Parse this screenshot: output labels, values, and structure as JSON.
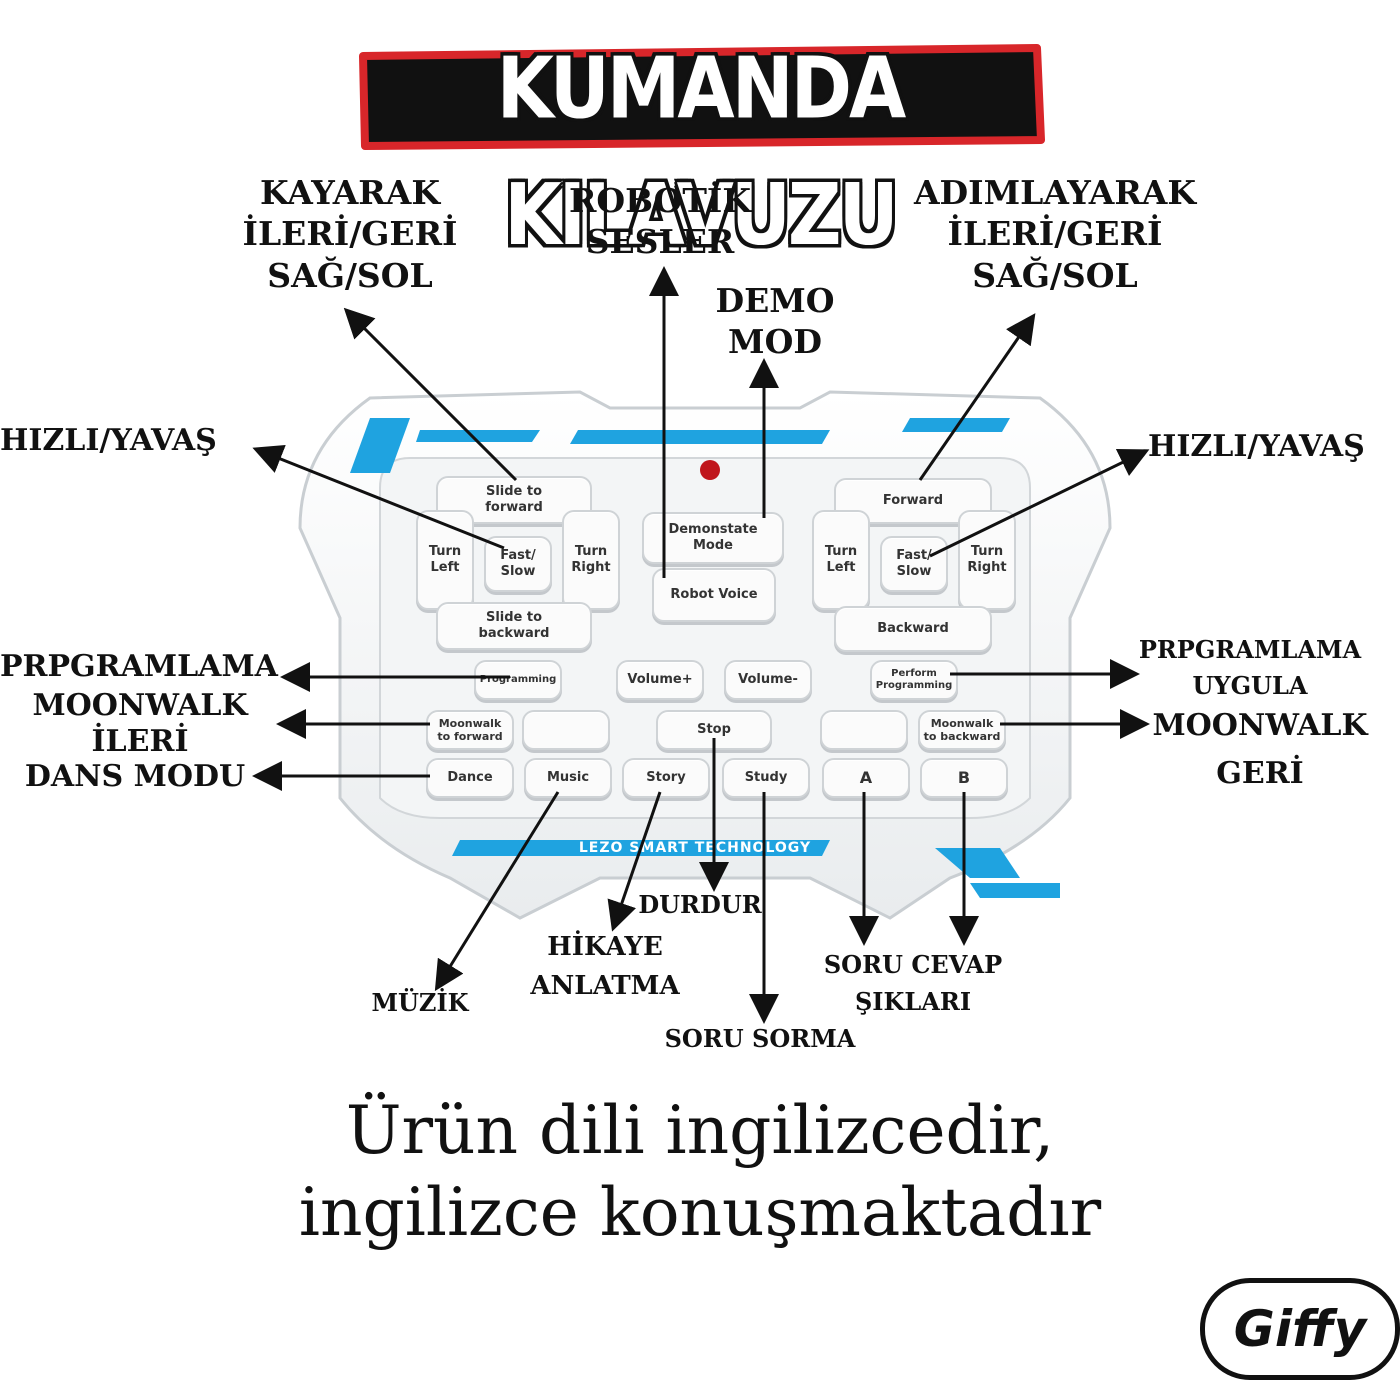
{
  "title": "KUMANDA KILAVUZU",
  "labels": {
    "slide": "KAYARAK\nİLERİ/GERİ\nSAĞ/SOL",
    "robot_sounds": "ROBOTİK\nSESLER",
    "step": "ADIMLAYARAK\nİLERİ/GERİ\nSAĞ/SOL",
    "demo": "DEMO\nMOD",
    "speed_left": "HIZLI/YAVAŞ",
    "speed_right": "HIZLI/YAVAŞ",
    "program_left": "PRPGRAMLAMA",
    "program_right": "PRPGRAMLAMA\nUYGULA",
    "moonwalk_fwd": "MOONWALK\nİLERİ",
    "moonwalk_back": "MOONWALK\nGERİ",
    "dance": "DANS MODU",
    "stop": "DURDUR",
    "story": "HİKAYE\nANLATMA",
    "music": "MÜZİK",
    "ask": "SORU SORMA",
    "answers": "SORU CEVAP\nŞIKLARI"
  },
  "remote": {
    "brand": "LEZO SMART TECHNOLOGY",
    "buttons": {
      "slide_fwd": "Slide to\nforward",
      "turn_left_l": "Turn\nLeft",
      "fast_slow_l": "Fast/\nSlow",
      "turn_right_l": "Turn\nRight",
      "slide_back": "Slide to\nbackward",
      "demo": "Demonstate\nMode",
      "robot_voice": "Robot Voice",
      "forward": "Forward",
      "turn_left_r": "Turn\nLeft",
      "fast_slow_r": "Fast/\nSlow",
      "turn_right_r": "Turn\nRight",
      "backward": "Backward",
      "programming": "Programming",
      "vol_up": "Volume+",
      "vol_down": "Volume-",
      "perform": "Perform\nProgramming",
      "moon_fwd": "Moonwalk\nto forward",
      "stop": "Stop",
      "moon_back": "Moonwalk\nto backward",
      "dance": "Dance",
      "music": "Music",
      "story": "Story",
      "study": "Study",
      "a": "A",
      "b": "B"
    }
  },
  "footer": {
    "line1": "Ürün dili ingilizcedir,",
    "line2": "ingilizce konuşmaktadır"
  },
  "logo": "Giffy",
  "colors": {
    "accent": "#1fa3e0",
    "title_outline": "#d8262a"
  }
}
